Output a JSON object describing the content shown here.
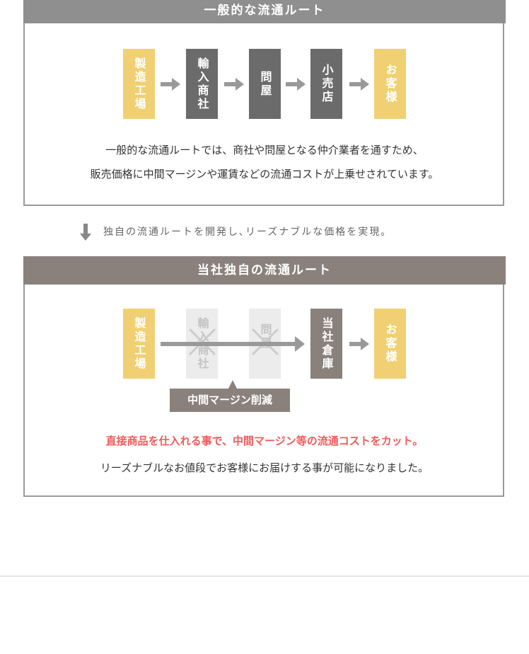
{
  "general": {
    "title": "一般的な流通ルート",
    "steps": [
      "製造工場",
      "輸入商社",
      "問屋",
      "小売店",
      "お客様"
    ],
    "line1": "一般的な流通ルートでは、商社や問屋となる仲介業者を通すため、",
    "line2": "販売価格に中間マージンや運賃などの流通コストが上乗せされています。"
  },
  "transition": "独自の流通ルートを開発し､リーズナブルな価格を実現。",
  "own": {
    "title": "当社独自の流通ルート",
    "steps": [
      "製造工場",
      "輸入商社",
      "問屋",
      "当社倉庫",
      "お客様"
    ],
    "cut_label": "中間マージン削減",
    "highlight": "直接商品を仕入れる事で、中間マージン等の流通コストをカット。",
    "line2": "リーズナブルなお値段でお客様にお届けする事が可能になりました。"
  },
  "colors": {
    "yellow": "#f0d072",
    "dark": "#6b6b6b",
    "warm": "#8a817c",
    "red": "#f05a5a"
  }
}
